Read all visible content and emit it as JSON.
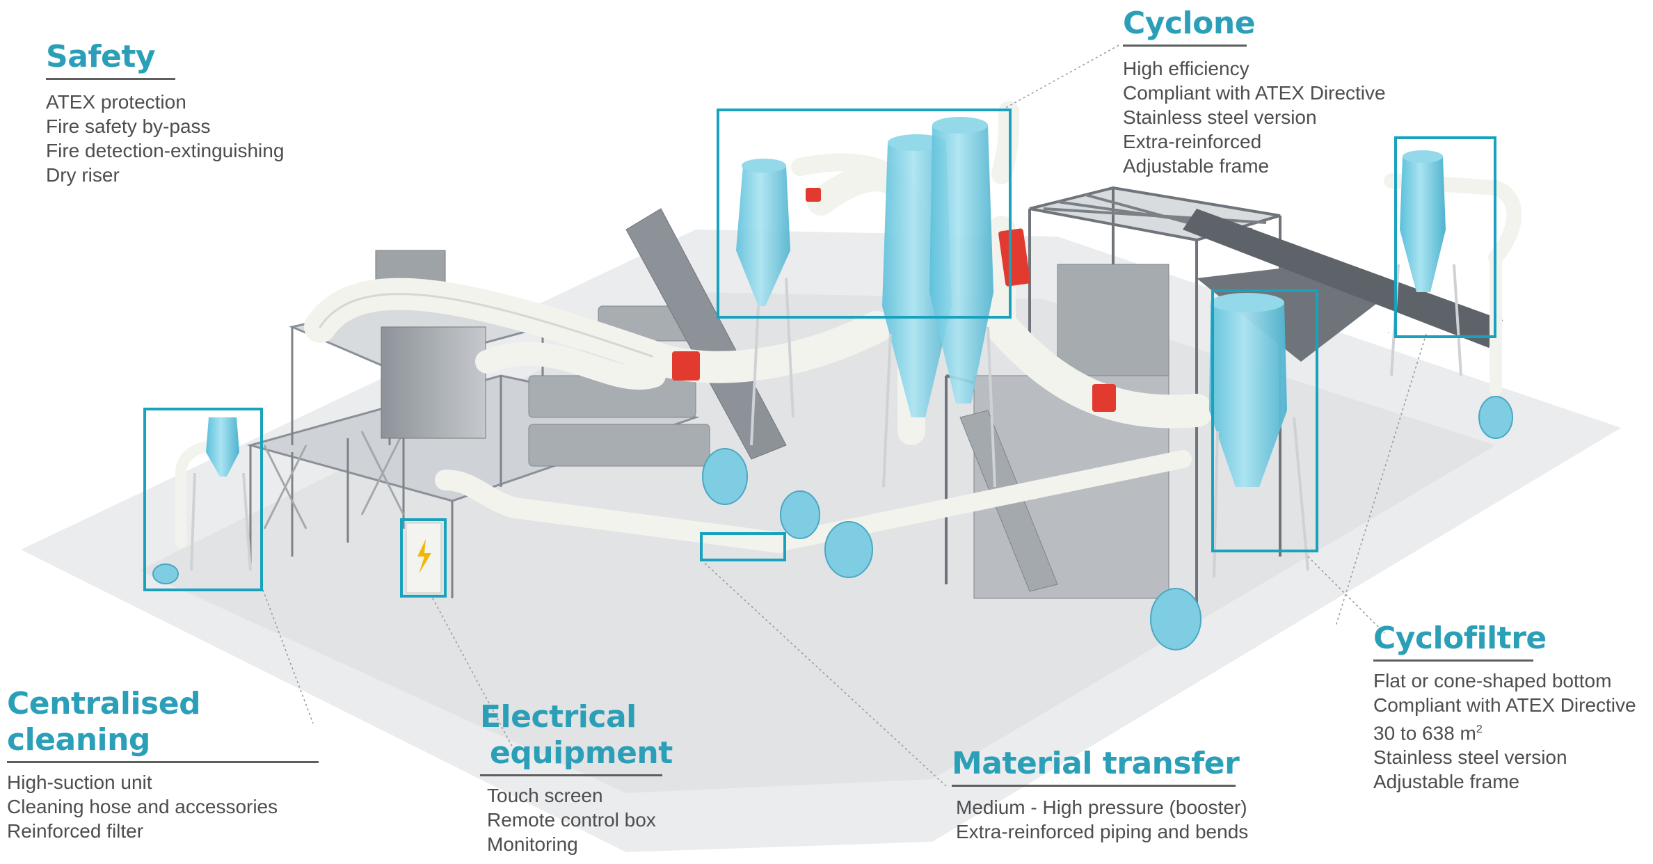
{
  "colors": {
    "accent": "#2a9fb7",
    "highlight_box": "#19a2bd",
    "equipment_blue": "#7fd1e6",
    "steel": "#9aa0a6",
    "ducting": "#f4f4f0",
    "valve_red": "#e23a2e",
    "floor": "#eaebec",
    "text": "#4d4d4d",
    "rule": "#5e5e5e"
  },
  "callouts": {
    "safety": {
      "title": "Safety",
      "items": [
        "ATEX protection",
        "Fire safety by-pass",
        "Fire detection-extinguishing",
        "Dry riser"
      ]
    },
    "cyclone": {
      "title": "Cyclone",
      "items": [
        "High efficiency",
        "Compliant with ATEX Directive",
        "Stainless steel version",
        "Extra-reinforced",
        "Adjustable frame"
      ]
    },
    "centralised_cleaning": {
      "title": "Centralised cleaning",
      "items": [
        "High-suction unit",
        "Cleaning hose and accessories",
        "Reinforced filter"
      ]
    },
    "electrical_equipment": {
      "title_line1": "Electrical",
      "title_line2": "equipment",
      "items": [
        "Touch screen",
        "Remote control box",
        "Monitoring"
      ]
    },
    "material_transfer": {
      "title": "Material transfer",
      "items": [
        "Medium - High pressure (booster)",
        "Extra-reinforced piping and bends"
      ]
    },
    "cyclofiltre": {
      "title": "Cyclofiltre",
      "items": [
        "Flat or cone-shaped bottom",
        "Compliant with ATEX Directive",
        "30 to 638 m",
        "Stainless steel version",
        "Adjustable frame"
      ],
      "unit_superscript": "2"
    }
  },
  "illustration": {
    "icons": [
      "electrical-cabinet-icon",
      "lightning-bolt-icon",
      "cyclone-icon",
      "cyclofiltre-icon",
      "fan-icon",
      "valve-icon"
    ]
  }
}
